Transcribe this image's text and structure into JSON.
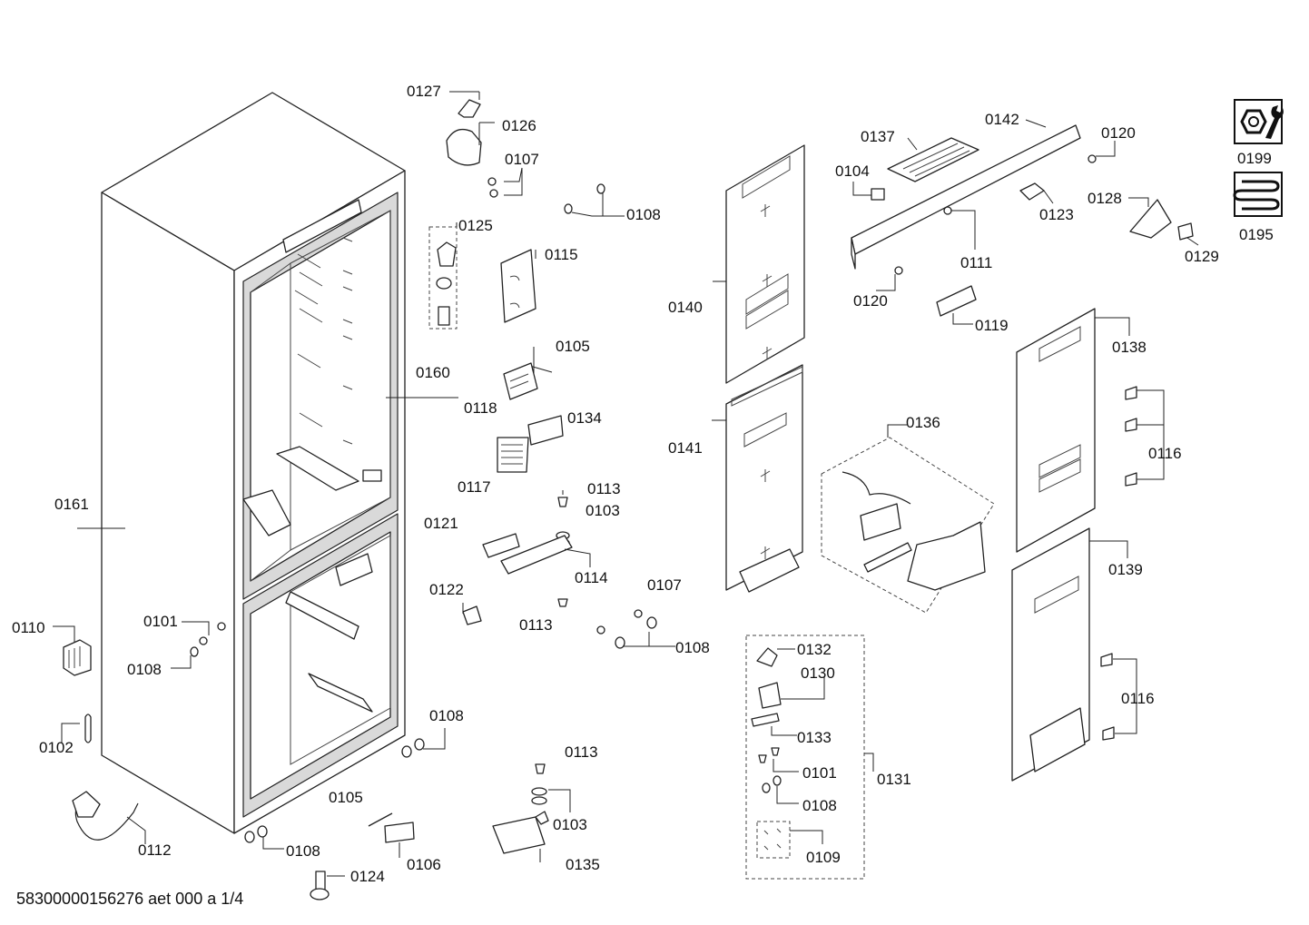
{
  "document_id": "58300000156276 aet 000 a 1/4",
  "callouts": {
    "c0127": "0127",
    "c0126": "0126",
    "c0107a": "0107",
    "c0108a": "0108",
    "c0125": "0125",
    "c0115": "0115",
    "c0105a": "0105",
    "c0160": "0160",
    "c0118": "0118",
    "c0134": "0134",
    "c0117": "0117",
    "c0113a": "0113",
    "c0103a": "0103",
    "c0121": "0121",
    "c0114": "0114",
    "c0161": "0161",
    "c0122": "0122",
    "c0107b": "0107",
    "c0113b": "0113",
    "c0108b": "0108",
    "c0101a": "0101",
    "c0110": "0110",
    "c0108c": "0108",
    "c0102": "0102",
    "c0108d": "0108",
    "c0113c": "0113",
    "c0103b": "0103",
    "c0105b": "0105",
    "c0106": "0106",
    "c0135": "0135",
    "c0112": "0112",
    "c0108e": "0108",
    "c0124": "0124",
    "c0137": "0137",
    "c0142": "0142",
    "c0120a": "0120",
    "c0104": "0104",
    "c0123": "0123",
    "c0128": "0128",
    "c0129": "0129",
    "c0111": "0111",
    "c0120b": "0120",
    "c0119": "0119",
    "c0140": "0140",
    "c0141": "0141",
    "c0136": "0136",
    "c0138": "0138",
    "c0116a": "0116",
    "c0139": "0139",
    "c0116b": "0116",
    "c0132": "0132",
    "c0130": "0130",
    "c0133": "0133",
    "c0101b": "0101",
    "c0131": "0131",
    "c0108f": "0108",
    "c0109": "0109",
    "c0199": "0199",
    "c0195": "0195"
  },
  "icons": {
    "tools": "wrench-nut-icon",
    "coil": "condenser-coil-icon"
  }
}
